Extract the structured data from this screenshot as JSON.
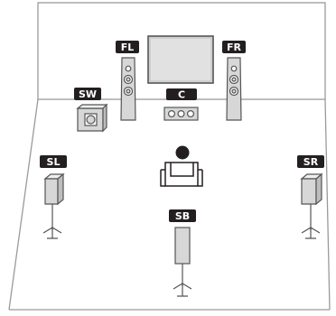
{
  "labels": {
    "front_left": "FL",
    "front_right": "FR",
    "subwoofer": "SW",
    "center": "C",
    "surround_left": "SL",
    "surround_right": "SR",
    "surround_back": "SB"
  },
  "colors": {
    "tag_background": "#231f20",
    "tag_text": "#ffffff",
    "line": "#9a9a9a",
    "speaker_fill": "#d7d7d7",
    "speaker_stroke": "#555555",
    "tv_screen": "#e1e1e1"
  }
}
